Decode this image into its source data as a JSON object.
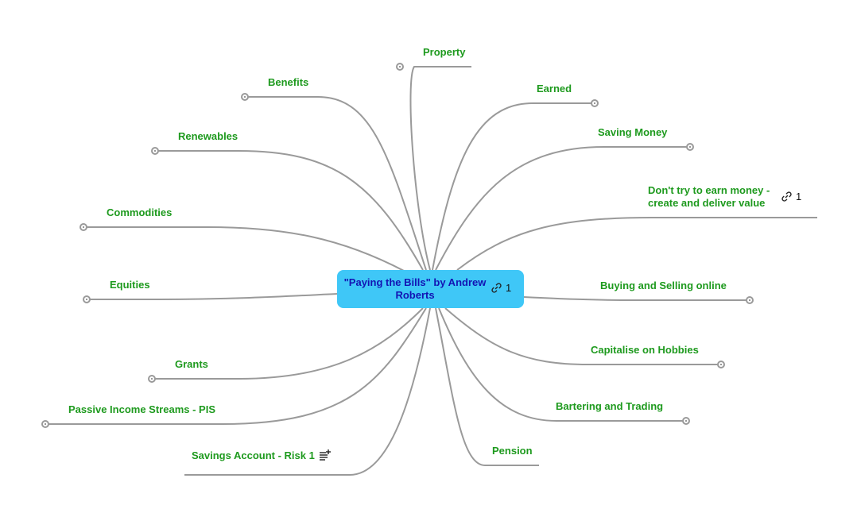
{
  "central": {
    "title": "\"Paying the Bills\" by Andrew Roberts",
    "link_count": "1",
    "color": "#3fc7f7",
    "text_color": "#1313b3"
  },
  "branch_color": "#1e9a1e",
  "icons": {
    "link": "link-icon",
    "note": "note-icon",
    "collapse": "collapse-toggle-icon"
  },
  "left_branches": [
    {
      "label": "Property"
    },
    {
      "label": "Benefits"
    },
    {
      "label": "Renewables"
    },
    {
      "label": "Commodities"
    },
    {
      "label": "Equities"
    },
    {
      "label": "Grants"
    },
    {
      "label": "Passive Income Streams - PIS"
    },
    {
      "label": "Savings Account - Risk 1"
    }
  ],
  "right_branches": [
    {
      "label": "Earned"
    },
    {
      "label": "Saving Money"
    },
    {
      "label": "Don't try to earn money - create and deliver value",
      "link_count": "1"
    },
    {
      "label": "Buying and Selling online"
    },
    {
      "label": "Capitalise on Hobbies"
    },
    {
      "label": "Bartering and Trading"
    },
    {
      "label": "Pension"
    }
  ]
}
